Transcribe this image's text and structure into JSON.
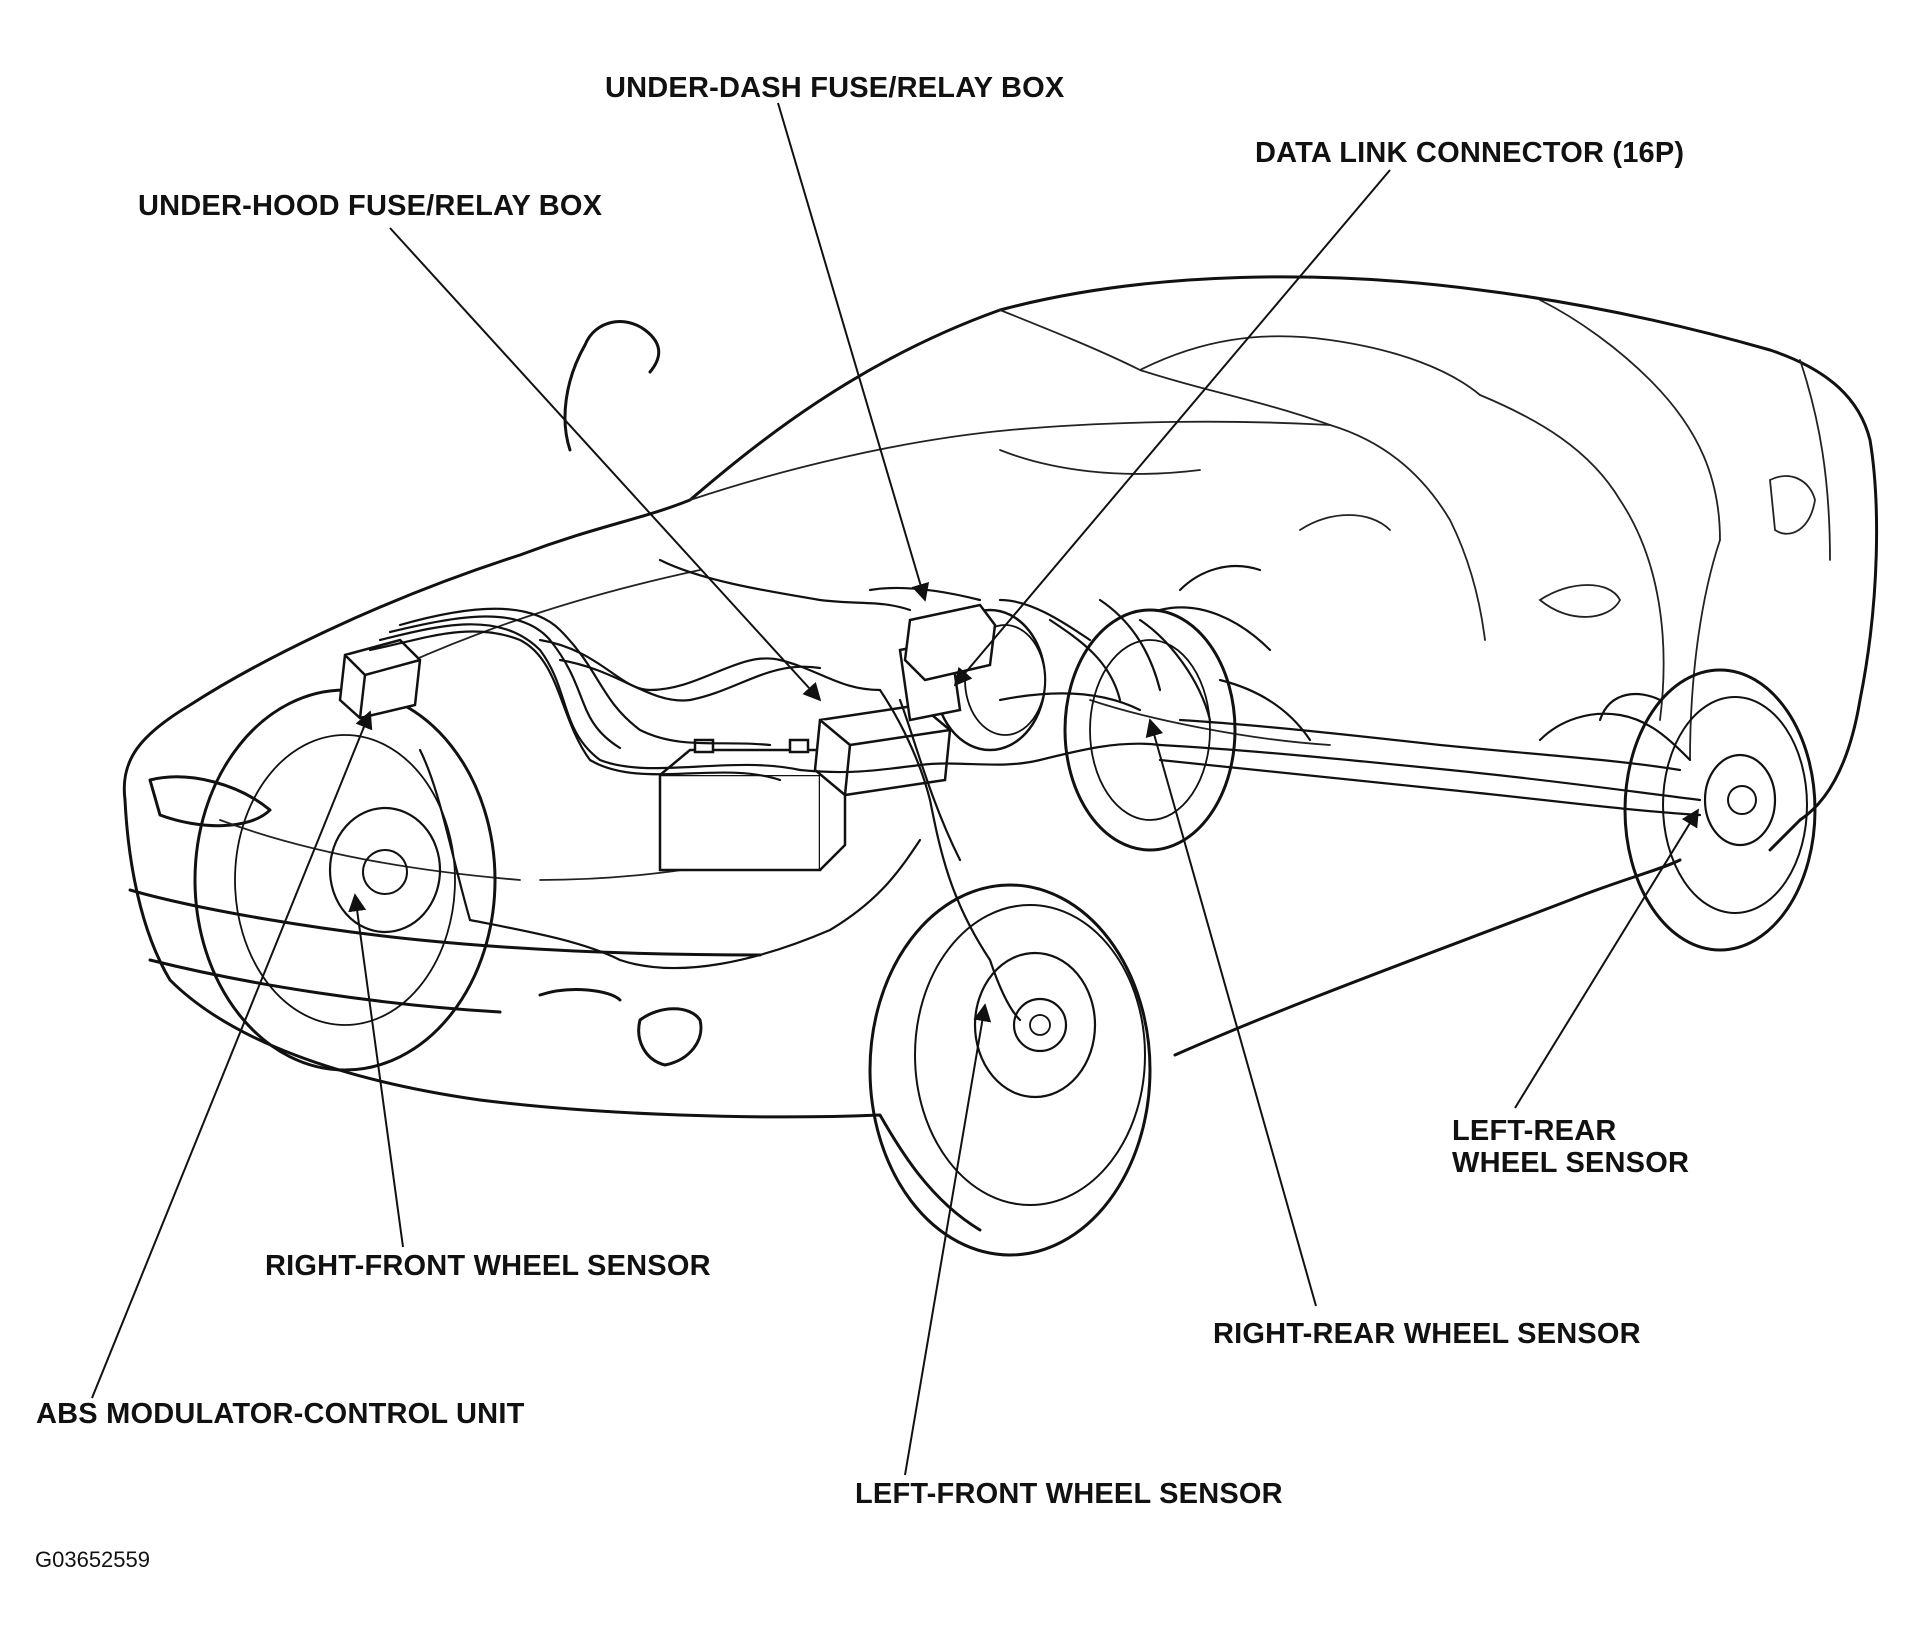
{
  "diagram": {
    "labels": {
      "under_dash": "UNDER-DASH FUSE/RELAY BOX",
      "data_link": "DATA LINK CONNECTOR (16P)",
      "under_hood": "UNDER-HOOD FUSE/RELAY BOX",
      "left_rear_line1": "LEFT-REAR",
      "left_rear_line2": "WHEEL SENSOR",
      "right_front": "RIGHT-FRONT WHEEL SENSOR",
      "right_rear": "RIGHT-REAR WHEEL SENSOR",
      "abs_unit": "ABS MODULATOR-CONTROL UNIT",
      "left_front": "LEFT-FRONT WHEEL SENSOR"
    },
    "figure_code": "G03652559"
  }
}
